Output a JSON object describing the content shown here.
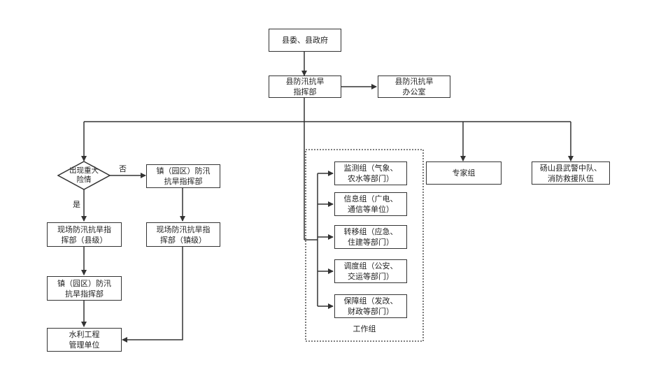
{
  "nodes": {
    "county_gov": "县委、县政府",
    "county_hq": "县防汛抗旱\n指挥部",
    "county_office": "县防汛抗旱\n办公室",
    "experts": "专家组",
    "armed_police": "砀山县武警中队、\n消防救援队伍",
    "decision": "出现重大\n险情",
    "town_hq_right": "镇（园区）防汛\n抗旱指挥部",
    "site_county": "现场防汛抗旱指\n挥部（县级）",
    "site_town": "现场防汛抗旱指\n挥部（镇级）",
    "town_hq_left": "镇（园区）防汛\n抗旱指挥部",
    "water_unit": "水利工程\n管理单位",
    "monitor": "监测组（气象、\n农水等部门）",
    "info": "信息组（广电、\n通信等单位）",
    "transfer": "转移组（应急、\n住建等部门）",
    "dispatch": "调度组（公安、\n交运等部门）",
    "support": "保障组（发改、\n财政等部门）"
  },
  "labels": {
    "no": "否",
    "yes": "是",
    "workgroup": "工作组"
  }
}
